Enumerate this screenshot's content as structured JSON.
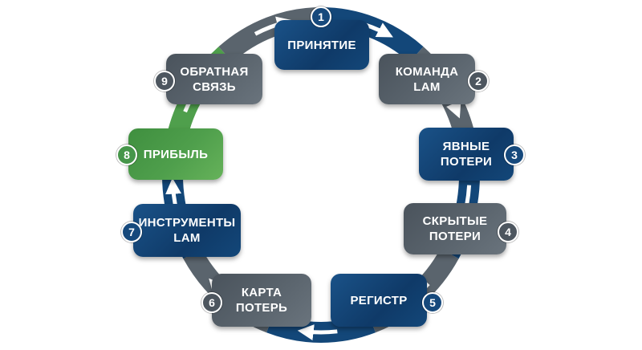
{
  "diagram": {
    "type": "cycle",
    "direction": "clockwise",
    "colors": {
      "blue": "#134779",
      "gray": "#5a646d",
      "green": "#4f9f4c",
      "arrow": "#ffffff",
      "background": "#ffffff"
    },
    "steps": [
      {
        "number": "1",
        "label": "ПРИНЯТИЕ",
        "color": "blue"
      },
      {
        "number": "2",
        "label": "КОМАНДА\nLAM",
        "color": "gray"
      },
      {
        "number": "3",
        "label": "ЯВНЫЕ\nПОТЕРИ",
        "color": "blue"
      },
      {
        "number": "4",
        "label": "СКРЫТЫЕ\nПОТЕРИ",
        "color": "gray"
      },
      {
        "number": "5",
        "label": "РЕГИСТР",
        "color": "blue"
      },
      {
        "number": "6",
        "label": "КАРТА\nПОТЕРЬ",
        "color": "gray"
      },
      {
        "number": "7",
        "label": "ИНСТРУМЕНТЫ\nLAM",
        "color": "blue"
      },
      {
        "number": "8",
        "label": "ПРИБЫЛЬ",
        "color": "green"
      },
      {
        "number": "9",
        "label": "ОБРАТНАЯ\nСВЯЗЬ",
        "color": "gray"
      }
    ]
  }
}
